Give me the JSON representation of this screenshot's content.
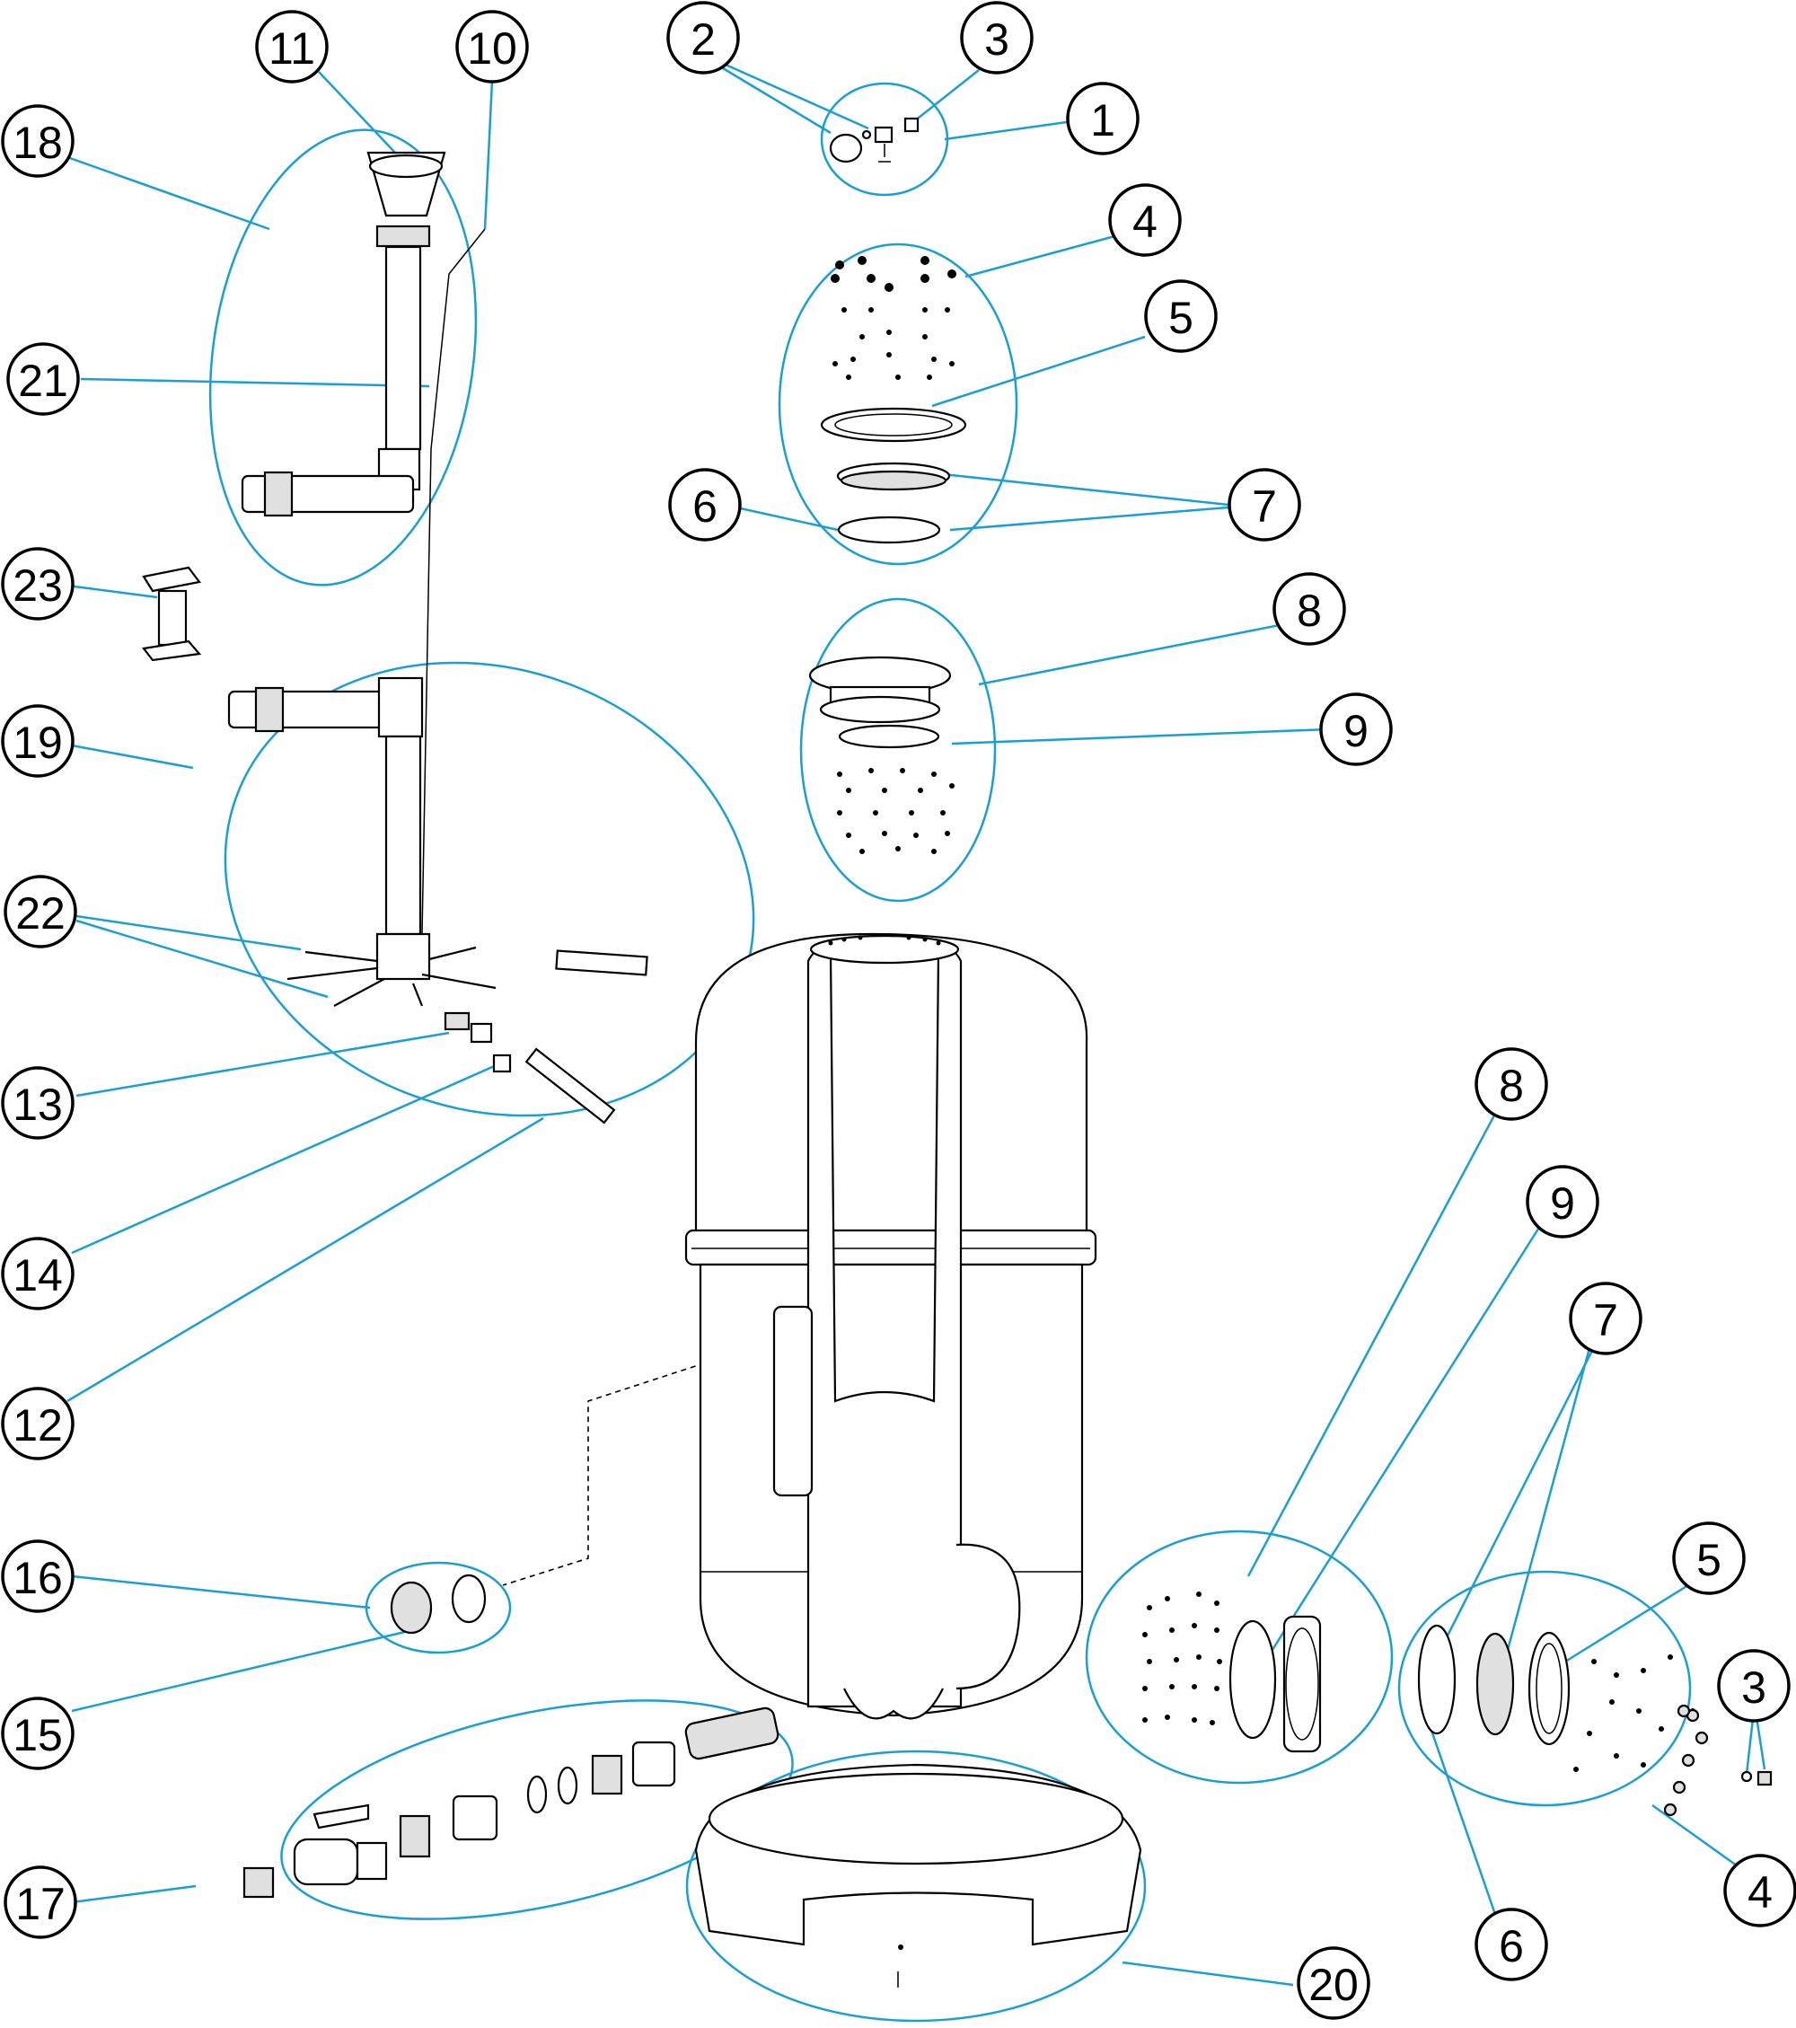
{
  "diagram": {
    "callouts": [
      {
        "id": "c18",
        "label": "18"
      },
      {
        "id": "c11",
        "label": "11"
      },
      {
        "id": "c10",
        "label": "10"
      },
      {
        "id": "c21",
        "label": "21"
      },
      {
        "id": "c23",
        "label": "23"
      },
      {
        "id": "c19",
        "label": "19"
      },
      {
        "id": "c22",
        "label": "22"
      },
      {
        "id": "c13",
        "label": "13"
      },
      {
        "id": "c14",
        "label": "14"
      },
      {
        "id": "c12",
        "label": "12"
      },
      {
        "id": "c16",
        "label": "16"
      },
      {
        "id": "c15",
        "label": "15"
      },
      {
        "id": "c17",
        "label": "17"
      },
      {
        "id": "c2",
        "label": "2"
      },
      {
        "id": "c3a",
        "label": "3"
      },
      {
        "id": "c1",
        "label": "1"
      },
      {
        "id": "c4a",
        "label": "4"
      },
      {
        "id": "c5a",
        "label": "5"
      },
      {
        "id": "c6a",
        "label": "6"
      },
      {
        "id": "c7a",
        "label": "7"
      },
      {
        "id": "c8a",
        "label": "8"
      },
      {
        "id": "c9a",
        "label": "9"
      },
      {
        "id": "c8b",
        "label": "8"
      },
      {
        "id": "c9b",
        "label": "9"
      },
      {
        "id": "c7b",
        "label": "7"
      },
      {
        "id": "c5b",
        "label": "5"
      },
      {
        "id": "c3b",
        "label": "3"
      },
      {
        "id": "c4b",
        "label": "4"
      },
      {
        "id": "c6b",
        "label": "6"
      },
      {
        "id": "c20",
        "label": "20"
      }
    ],
    "colors": {
      "leader": "#1a9fd4",
      "outline": "#000000",
      "background": "#ffffff"
    }
  }
}
